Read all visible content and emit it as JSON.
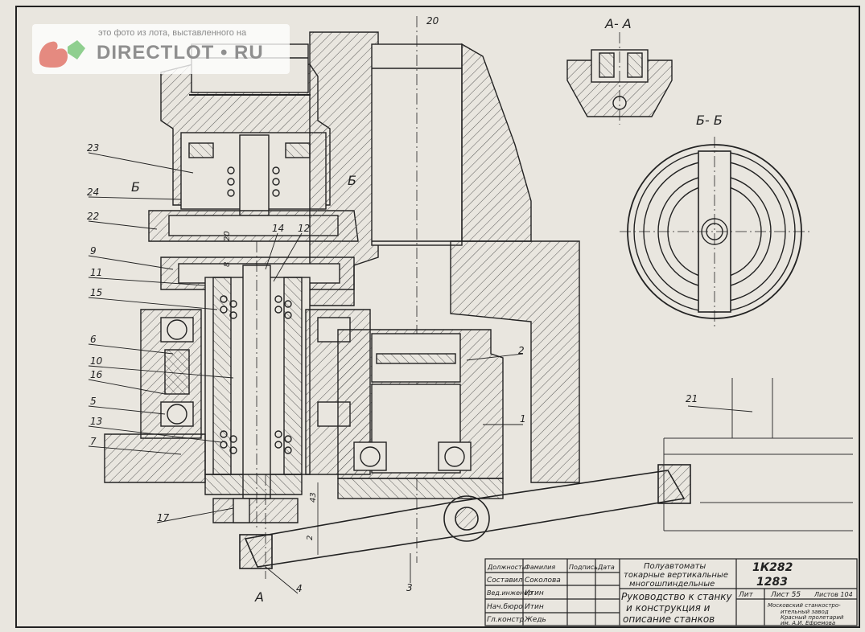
{
  "watermark": {
    "caption": "это фото из лота, выставленного на",
    "brand": "DIRECTLOT • RU"
  },
  "sections": {
    "a_a": "А- А",
    "b_b": "Б- Б",
    "b_left": "Б",
    "b_right": "Б",
    "a_bottom": "А"
  },
  "callouts": [
    "23",
    "24",
    "22",
    "9",
    "11",
    "15",
    "6",
    "10",
    "16",
    "5",
    "13",
    "7",
    "17",
    "4",
    "3",
    "1",
    "2",
    "21",
    "20",
    "14",
    "12"
  ],
  "dimensions": {
    "d20": "20",
    "d8": "8",
    "d43": "43",
    "d2": "2"
  },
  "title_block": {
    "headers": [
      "Должность",
      "Фамилия",
      "Подпись",
      "Дата"
    ],
    "rows": [
      [
        "Составил",
        "Соколова"
      ],
      [
        "Вед.инженер",
        "Итин"
      ],
      [
        "Нач.бюро",
        "Итин"
      ],
      [
        "Гл.констр.",
        "Жедь"
      ]
    ],
    "title_line1": "Полуавтоматы",
    "title_line2": "токарные вертикальные",
    "title_line3": "многошпиндельные",
    "model1": "1К282",
    "model2": "1283",
    "doc_line1": "Руководство к станку",
    "doc_line2": "и конструкция и",
    "doc_line3": "описание станков",
    "lit": "Лит",
    "sheet": "Лист 55",
    "sheets": "Листов 104",
    "org_line1": "Московский станкостро-",
    "org_line2": "ительный завод",
    "org_line3": "Красный пролетарий",
    "org_line4": "им. А.И. Ефремова"
  }
}
